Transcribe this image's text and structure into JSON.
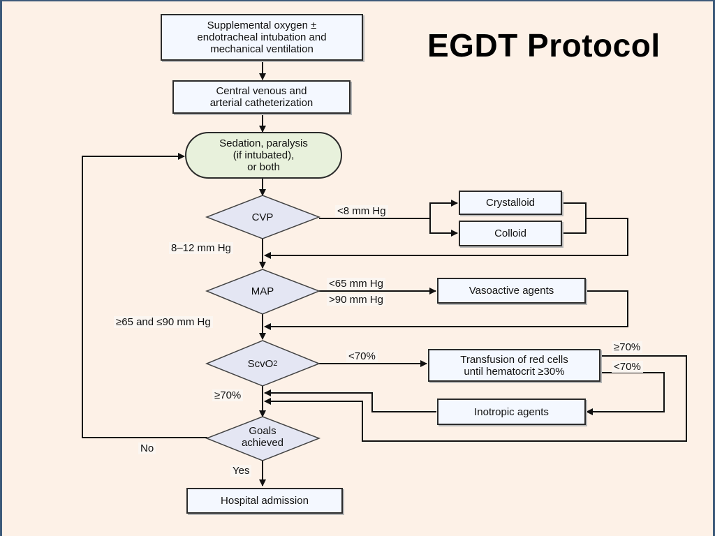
{
  "title": "EGDT Protocol",
  "nodes": {
    "oxygen": "Supplemental oxygen ±\nendotracheal intubation and\nmechanical ventilation",
    "catheter": "Central venous and\narterial catheterization",
    "sedation": "Sedation, paralysis\n(if intubated),\nor both",
    "cvp": "CVP",
    "crystalloid": "Crystalloid",
    "colloid": "Colloid",
    "map": "MAP",
    "vasoactive": "Vasoactive agents",
    "scvo2": "ScvO",
    "scvo2_sub": "2",
    "transfusion": "Transfusion of red cells\nuntil hematocrit ≥30%",
    "inotropic": "Inotropic agents",
    "goals": "Goals\nachieved",
    "admission": "Hospital admission"
  },
  "edges": {
    "cvp_low": "<8 mm Hg",
    "cvp_ok": "8–12 mm Hg",
    "map_low": "<65 mm Hg",
    "map_high": ">90 mm Hg",
    "map_ok": "≥65 and ≤90 mm Hg",
    "scvo2_low": "<70%",
    "scvo2_ok": "≥70%",
    "transfusion_ok": "≥70%",
    "transfusion_low": "<70%",
    "no": "No",
    "yes": "Yes"
  },
  "colors": {
    "background": "#fdf1e7",
    "box_fill": "#f4f8ff",
    "rounded_fill": "#e8f1dc",
    "diamond_fill": "#e4e6f3",
    "frame": "#3d5a7a"
  }
}
